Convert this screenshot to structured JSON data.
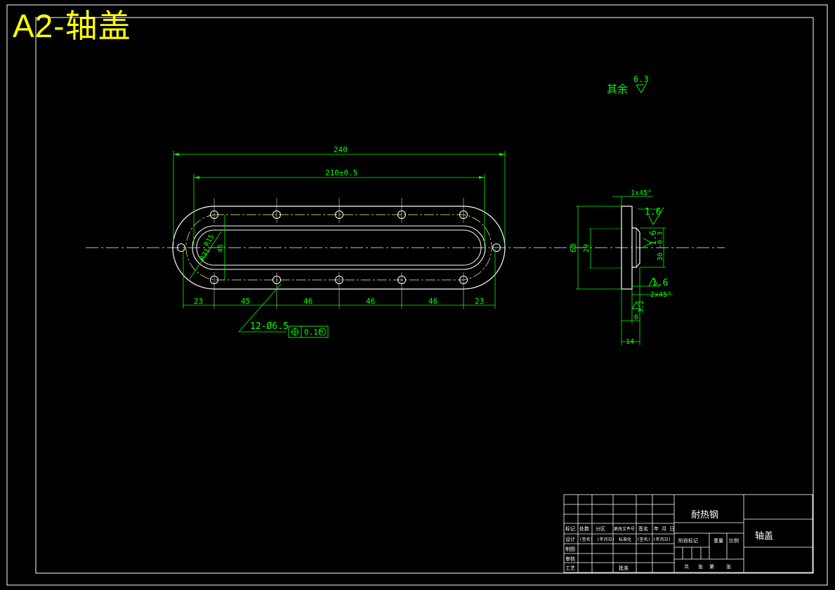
{
  "sheet": {
    "title": "A2-轴盖",
    "colors": {
      "background": "#000000",
      "frame": "#ffffff",
      "dimension": "#00ff00",
      "part": "#ffffff",
      "title": "#ffff00",
      "centerline": "#ffffff",
      "table_text": "#ffffff"
    }
  },
  "surface_roughness": {
    "label": "其余",
    "value": "6.3"
  },
  "front_view": {
    "dims": {
      "overall_length": "240",
      "hole_span": "210±0.5",
      "hole_pitch": [
        "23",
        "45",
        "46",
        "46",
        "46",
        "23"
      ],
      "height": "46",
      "outer_radius": "R15",
      "outer_radius_2": "R31",
      "holes_callout": "12-Ø6.5",
      "position_tolerance": "0.1",
      "tolerance_modifier": "M"
    }
  },
  "side_view": {
    "dims": {
      "chamfer_top": "1x45°",
      "roughness_top": "1.6",
      "roughness_bottom": "1.6",
      "roughness_boss": "1.6",
      "roughness_face": "3.2",
      "height_outer": "60",
      "height_inner": "29",
      "boss_diameter": "30 -0.3",
      "chamfer_bottom": "2x45°",
      "step_width": "6",
      "total_width": "14"
    }
  },
  "title_block": {
    "material": "耐热钢",
    "part_name": "轴盖",
    "row_labels_1": [
      "标记",
      "处数",
      "分区",
      "更改文件号",
      "签名",
      "年 月 日"
    ],
    "row_design": [
      "设计",
      "(签名)",
      "(年月日)",
      "标准化",
      "(签名)",
      "(年月日)"
    ],
    "stage_labels": [
      "阶段标记",
      "重量",
      "比例"
    ],
    "row_labels_left": [
      "审核",
      "工艺"
    ],
    "row_drawing": "制图",
    "approve": "批准",
    "sheets": [
      "共",
      "张",
      "第",
      "张"
    ]
  }
}
